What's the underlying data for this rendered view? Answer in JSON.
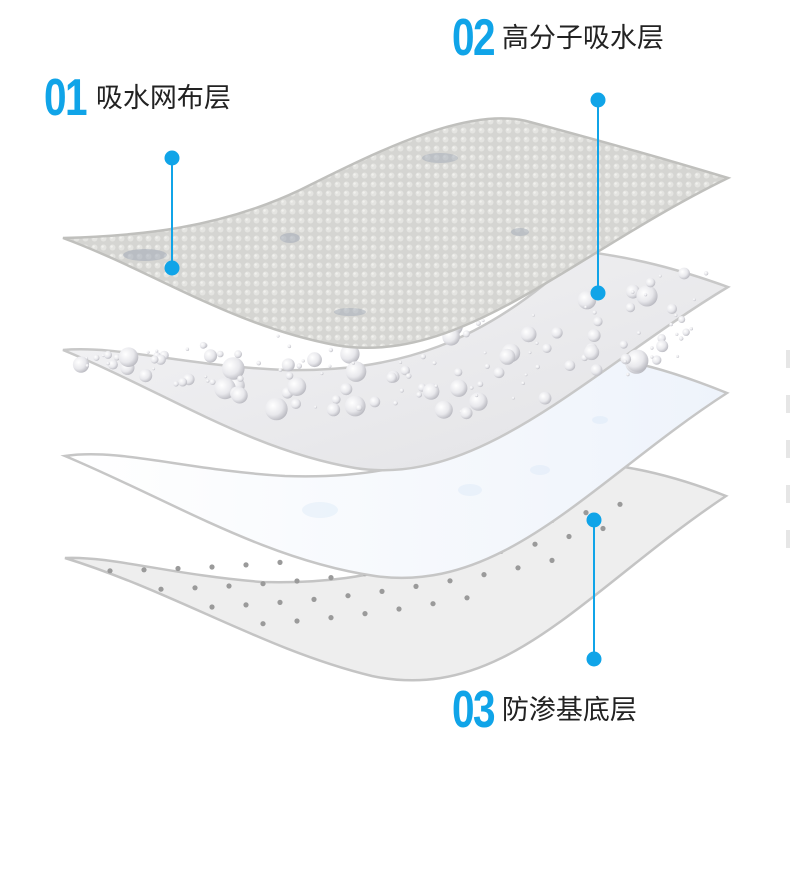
{
  "layers": [
    {
      "number": "01",
      "name": "吸水网布层"
    },
    {
      "number": "02",
      "name": "高分子吸水层"
    },
    {
      "number": "03",
      "name": "防渗基底层"
    }
  ],
  "colors": {
    "accent": "#10a4e8",
    "text": "#222222",
    "layer_edge": "#c4c4c4",
    "mesh_fill": "#d7d7d4",
    "droplet_fill": "#ececee",
    "film_fill": "#f6f8fc",
    "base_fill": "#eeeeee"
  },
  "icons": [
    "connector-dot",
    "connector-line"
  ]
}
